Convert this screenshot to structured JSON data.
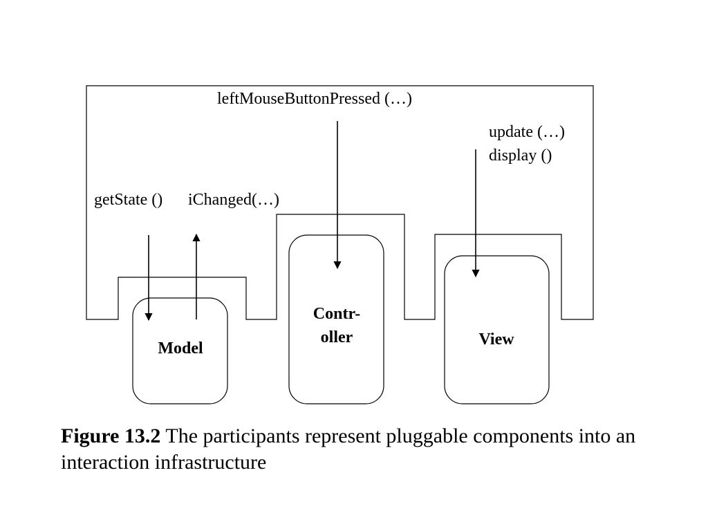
{
  "diagram": {
    "messages": {
      "controller_msg": "leftMouseButtonPressed (…)",
      "view_msg_1": "update (…)",
      "view_msg_2": "display ()",
      "model_down_msg": "getState ()",
      "model_up_msg": "iChanged(…)"
    },
    "components": {
      "model": "Model",
      "controller_line_1": "Contr-",
      "controller_line_2": "oller",
      "view": "View"
    }
  },
  "caption": {
    "figure_number": "Figure 13.2",
    "text": " The participants represent pluggable components into an interaction infrastructure"
  }
}
